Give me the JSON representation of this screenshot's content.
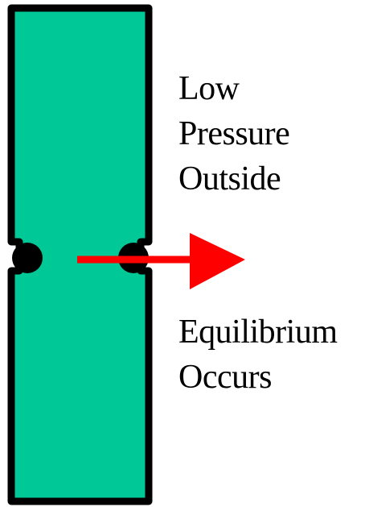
{
  "labels": {
    "pressure": [
      "Low",
      "Pressure",
      "Outside"
    ],
    "equilibrium": [
      "Equilibrium",
      "Occurs"
    ]
  },
  "colors": {
    "fill": "#00c896",
    "outline": "#000000",
    "arrow": "#ff0000",
    "seal": "#000000",
    "background": "#ffffff"
  },
  "icons": {
    "arrow": "arrow-right-icon"
  }
}
